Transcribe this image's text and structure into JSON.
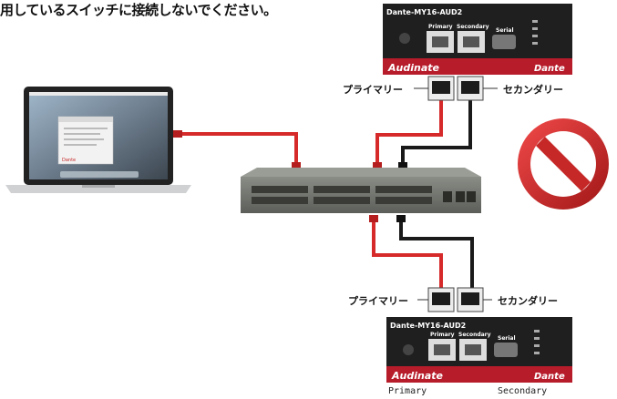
{
  "caption": "用しているスイッチに接続しないでください。",
  "card_top": {
    "title": "Dante-MY16-AUD2",
    "primary": "Primary",
    "secondary": "Secondary",
    "serial": "Serial",
    "brand_left": "Audinate",
    "brand_right": "Dante"
  },
  "card_bottom": {
    "title": "Dante-MY16-AUD2",
    "primary": "Primary",
    "secondary": "Secondary",
    "serial": "Serial",
    "brand_left": "Audinate",
    "brand_right": "Dante"
  },
  "labels": {
    "top_primary": "プライマリー",
    "top_secondary": "セカンダリー",
    "bottom_primary": "プライマリー",
    "bottom_secondary": "セカンダリー",
    "footer_primary": "Primary",
    "footer_secondary": "Secondary"
  },
  "laptop_screen": {
    "app_name": "Dante"
  },
  "colors": {
    "primary_cable": "#d62a2a",
    "secondary_cable": "#1a1a1a",
    "card_red": "#b71c2b",
    "no_sign": "#c62828"
  },
  "icons": {
    "prohibited": "no-sign-icon"
  }
}
